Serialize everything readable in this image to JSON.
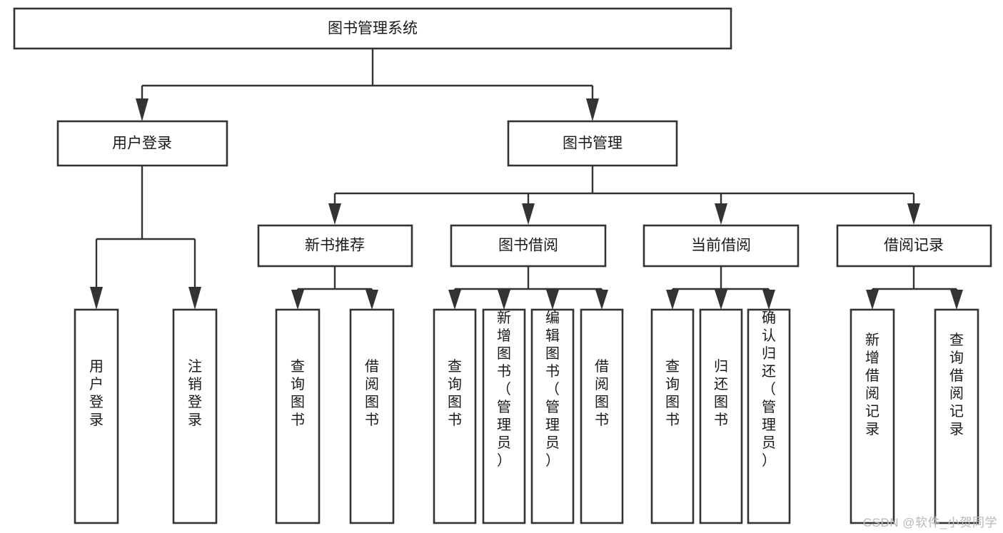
{
  "diagram": {
    "title": "图书管理系统",
    "type": "tree",
    "orientation": "top-down",
    "root": {
      "id": "root",
      "label": "图书管理系统",
      "text_direction": "horizontal"
    },
    "level1": [
      {
        "id": "user-login",
        "label": "用户登录",
        "text_direction": "horizontal"
      },
      {
        "id": "book-manage",
        "label": "图书管理",
        "text_direction": "horizontal"
      }
    ],
    "level2": [
      {
        "id": "new-book-rec",
        "label": "新书推荐",
        "parent": "book-manage",
        "text_direction": "horizontal"
      },
      {
        "id": "book-borrow",
        "label": "图书借阅",
        "parent": "book-manage",
        "text_direction": "horizontal"
      },
      {
        "id": "current-borrow",
        "label": "当前借阅",
        "parent": "book-manage",
        "text_direction": "horizontal"
      },
      {
        "id": "borrow-record",
        "label": "借阅记录",
        "parent": "book-manage",
        "text_direction": "horizontal"
      }
    ],
    "leaves": [
      {
        "id": "leaf-user-login",
        "label": "用户登录",
        "parent": "user-login",
        "text_direction": "vertical"
      },
      {
        "id": "leaf-logout",
        "label": "注销登录",
        "parent": "user-login",
        "text_direction": "vertical"
      },
      {
        "id": "leaf-query-book-1",
        "label": "查询图书",
        "parent": "new-book-rec",
        "text_direction": "vertical"
      },
      {
        "id": "leaf-borrow-book-1",
        "label": "借阅图书",
        "parent": "new-book-rec",
        "text_direction": "vertical"
      },
      {
        "id": "leaf-query-book-2",
        "label": "查询图书",
        "parent": "book-borrow",
        "text_direction": "vertical"
      },
      {
        "id": "leaf-add-book",
        "label": "新增图书（管理员）",
        "parent": "book-borrow",
        "text_direction": "vertical"
      },
      {
        "id": "leaf-edit-book",
        "label": "编辑图书（管理员）",
        "parent": "book-borrow",
        "text_direction": "vertical"
      },
      {
        "id": "leaf-borrow-book-2",
        "label": "借阅图书",
        "parent": "book-borrow",
        "text_direction": "vertical"
      },
      {
        "id": "leaf-query-book-3",
        "label": "查询图书",
        "parent": "current-borrow",
        "text_direction": "vertical"
      },
      {
        "id": "leaf-return-book",
        "label": "归还图书",
        "parent": "current-borrow",
        "text_direction": "vertical"
      },
      {
        "id": "leaf-confirm-return",
        "label": "确认归还（管理员）",
        "parent": "current-borrow",
        "text_direction": "vertical"
      },
      {
        "id": "leaf-add-record",
        "label": "新增借阅记录",
        "parent": "borrow-record",
        "text_direction": "vertical"
      },
      {
        "id": "leaf-query-record",
        "label": "查询借阅记录",
        "parent": "borrow-record",
        "text_direction": "vertical"
      }
    ],
    "colors": {
      "box_stroke": "#333333",
      "box_fill": "#ffffff",
      "connector": "#333333",
      "text": "#1a1a1a",
      "watermark": "#b9b9b9",
      "background": "#ffffff"
    }
  },
  "watermark": {
    "text": "CSDN @软件_小贺同学"
  }
}
